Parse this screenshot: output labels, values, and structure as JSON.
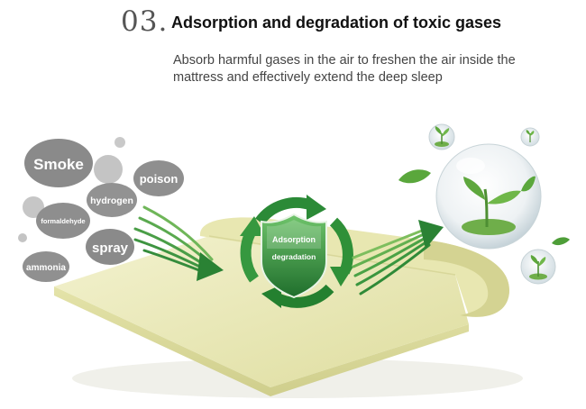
{
  "header": {
    "number": "03.",
    "title": "Adsorption and degradation of toxic gases",
    "description_lines": [
      "Absorb harmful gases in the air to freshen the air inside the",
      "mattress and effectively extend the deep sleep"
    ]
  },
  "gas_bubbles": {
    "smoke": "Smoke",
    "poison": "poison",
    "hydrogen": "hydrogen",
    "formaldehyde": "formaldehyde",
    "spray": "spray",
    "ammonia": "ammonia"
  },
  "shield": {
    "line1": "Adsorption",
    "line2": "degradation"
  },
  "colors": {
    "bubble_gray": "#8c8c8c",
    "arrow_green": "#2e8b3a",
    "shield_green": "#2f8f3c",
    "mattress": "#ecebb8"
  }
}
